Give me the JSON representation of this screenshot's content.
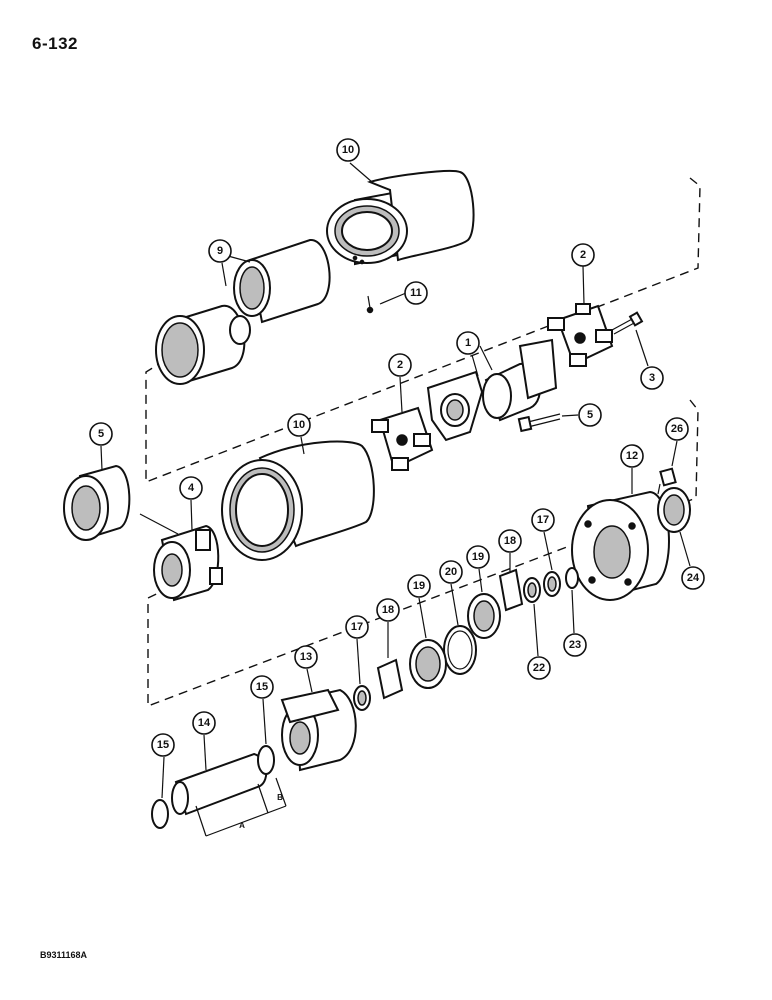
{
  "page": {
    "number": "6-132",
    "figure_code": "B9311168A"
  },
  "callouts": [
    {
      "id": "c10a",
      "label": "10"
    },
    {
      "id": "c9",
      "label": "9"
    },
    {
      "id": "c11",
      "label": "11"
    },
    {
      "id": "c2a",
      "label": "2"
    },
    {
      "id": "c1",
      "label": "1"
    },
    {
      "id": "c3",
      "label": "3"
    },
    {
      "id": "c2b",
      "label": "2"
    },
    {
      "id": "c5a",
      "label": "5"
    },
    {
      "id": "c10b",
      "label": "10"
    },
    {
      "id": "c5b",
      "label": "5"
    },
    {
      "id": "c26",
      "label": "26"
    },
    {
      "id": "c12",
      "label": "12"
    },
    {
      "id": "c4",
      "label": "4"
    },
    {
      "id": "c17a",
      "label": "17"
    },
    {
      "id": "c18a",
      "label": "18"
    },
    {
      "id": "c19a",
      "label": "19"
    },
    {
      "id": "c20",
      "label": "20"
    },
    {
      "id": "c19b",
      "label": "19"
    },
    {
      "id": "c24",
      "label": "24"
    },
    {
      "id": "c22",
      "label": "22"
    },
    {
      "id": "c23",
      "label": "23"
    },
    {
      "id": "c13",
      "label": "13"
    },
    {
      "id": "c17b",
      "label": "17"
    },
    {
      "id": "c18b",
      "label": "18"
    },
    {
      "id": "c15a",
      "label": "15"
    },
    {
      "id": "c14",
      "label": "14"
    },
    {
      "id": "c15b",
      "label": "15"
    }
  ],
  "dimensions": {
    "a": "A",
    "b": "B"
  }
}
